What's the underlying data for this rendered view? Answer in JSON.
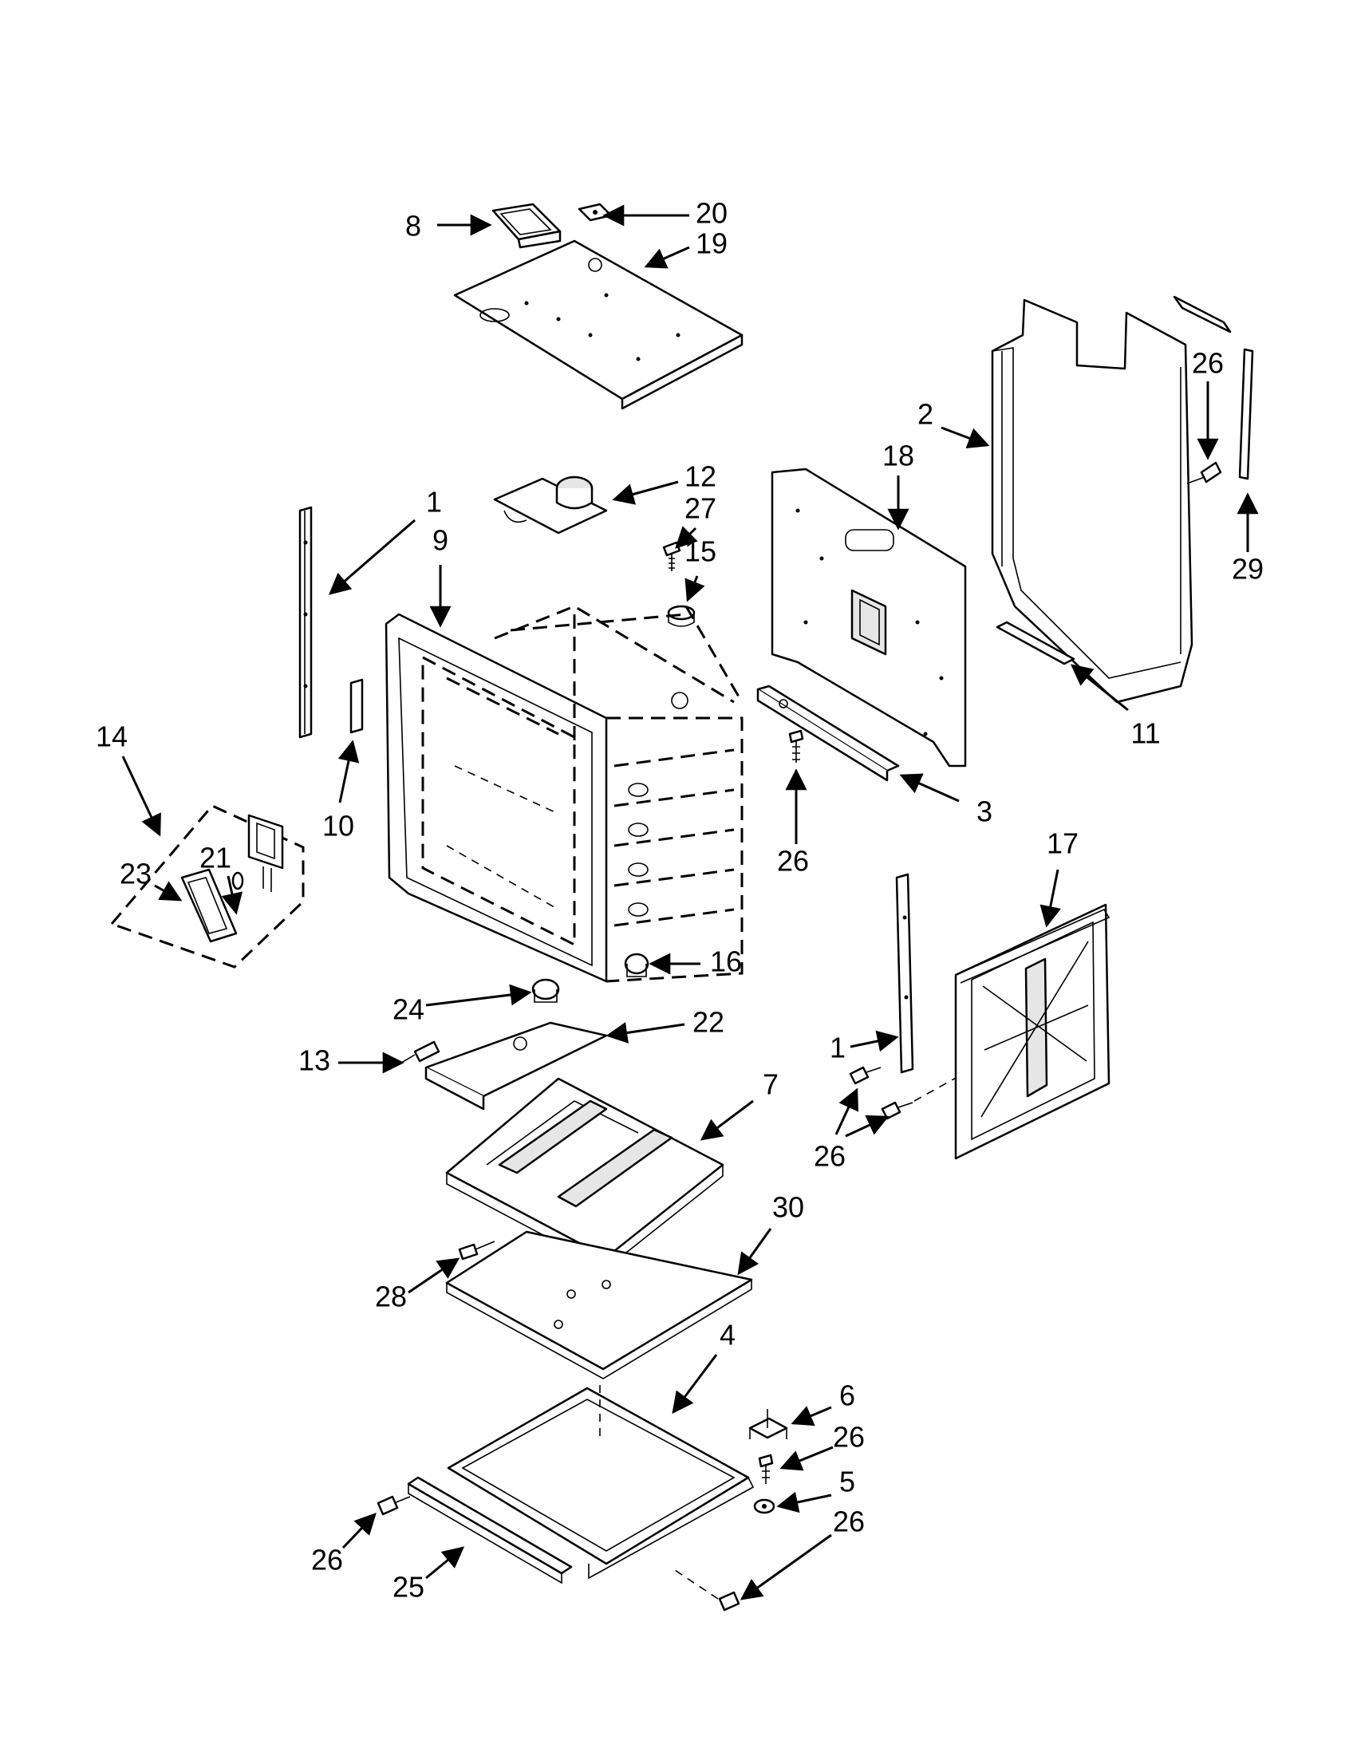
{
  "callouts": [
    {
      "id": "c8",
      "text": "8"
    },
    {
      "id": "c20",
      "text": "20"
    },
    {
      "id": "c19",
      "text": "19"
    },
    {
      "id": "c26a",
      "text": "26"
    },
    {
      "id": "c2",
      "text": "2"
    },
    {
      "id": "c18",
      "text": "18"
    },
    {
      "id": "c29",
      "text": "29"
    },
    {
      "id": "c1a",
      "text": "1"
    },
    {
      "id": "c12",
      "text": "12"
    },
    {
      "id": "c27",
      "text": "27"
    },
    {
      "id": "c9",
      "text": "9"
    },
    {
      "id": "c15",
      "text": "15"
    },
    {
      "id": "c11",
      "text": "11"
    },
    {
      "id": "c14",
      "text": "14"
    },
    {
      "id": "c3",
      "text": "3"
    },
    {
      "id": "c21",
      "text": "21"
    },
    {
      "id": "c10",
      "text": "10"
    },
    {
      "id": "c23",
      "text": "23"
    },
    {
      "id": "c26b",
      "text": "26"
    },
    {
      "id": "c17",
      "text": "17"
    },
    {
      "id": "c16",
      "text": "16"
    },
    {
      "id": "c24",
      "text": "24"
    },
    {
      "id": "c22",
      "text": "22"
    },
    {
      "id": "c13",
      "text": "13"
    },
    {
      "id": "c7",
      "text": "7"
    },
    {
      "id": "c1b",
      "text": "1"
    },
    {
      "id": "c26c",
      "text": "26"
    },
    {
      "id": "c30",
      "text": "30"
    },
    {
      "id": "c28",
      "text": "28"
    },
    {
      "id": "c4",
      "text": "4"
    },
    {
      "id": "c6",
      "text": "6"
    },
    {
      "id": "c26d",
      "text": "26"
    },
    {
      "id": "c5",
      "text": "5"
    },
    {
      "id": "c26e",
      "text": "26"
    },
    {
      "id": "c26f",
      "text": "26"
    },
    {
      "id": "c25",
      "text": "25"
    }
  ]
}
